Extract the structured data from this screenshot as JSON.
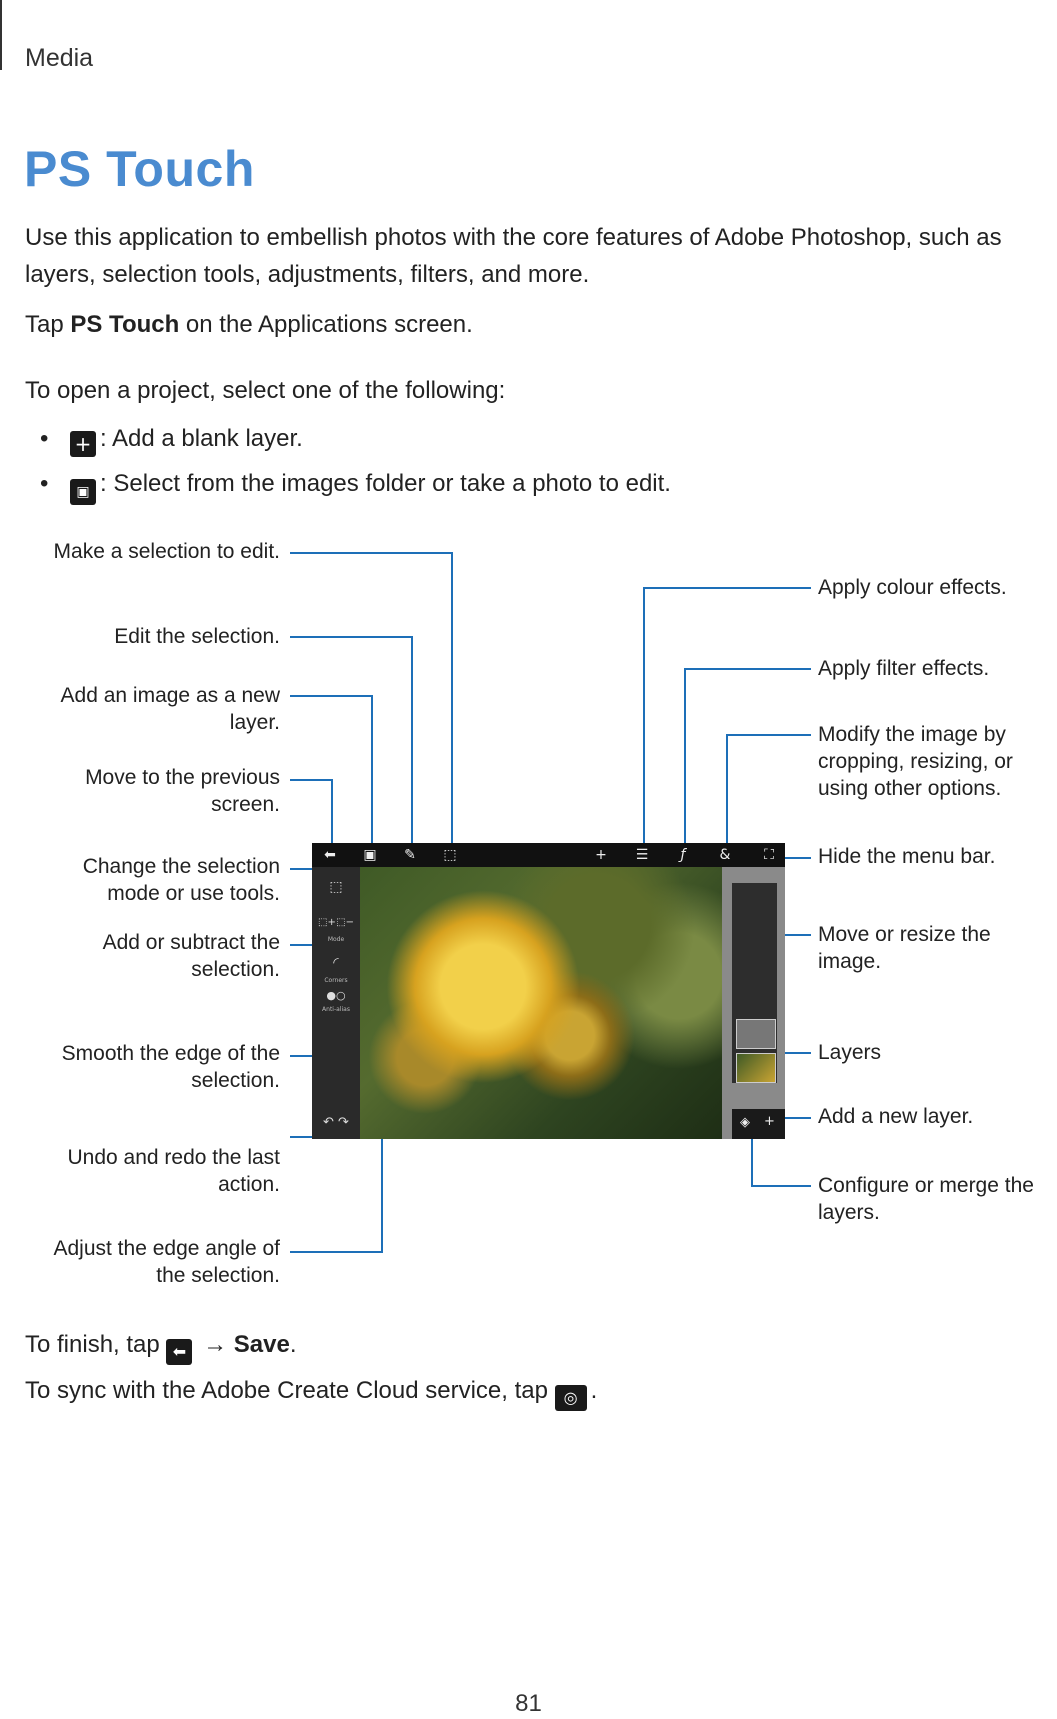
{
  "header": {
    "section": "Media"
  },
  "page": {
    "title": "PS Touch",
    "number": "81"
  },
  "intro": {
    "description": "Use this application to embellish photos with the core features of Adobe Photoshop, such as layers, selection tools, adjustments, filters, and more.",
    "tap_prefix": "Tap ",
    "tap_app": "PS Touch",
    "tap_suffix": " on the Applications screen.",
    "open_prompt": "To open a project, select one of the following:"
  },
  "bullets": [
    {
      "icon": "plus-icon",
      "text": ": Add a blank layer."
    },
    {
      "icon": "image-add-icon",
      "text": ": Select from the images folder or take a photo to edit."
    }
  ],
  "callouts_left": [
    {
      "text": "Make a selection to edit."
    },
    {
      "text": "Edit the selection."
    },
    {
      "text": "Add an image as a new layer."
    },
    {
      "text": "Move to the previous screen."
    },
    {
      "text": "Change the selection mode or use tools."
    },
    {
      "text": "Add or subtract the selection."
    },
    {
      "text": "Smooth the edge of the selection."
    },
    {
      "text": "Undo and redo the last action."
    },
    {
      "text": "Adjust the edge angle of the selection."
    }
  ],
  "callouts_right": [
    {
      "text": "Apply colour effects."
    },
    {
      "text": "Apply filter effects."
    },
    {
      "text": "Modify the image by cropping, resizing, or using other options."
    },
    {
      "text": "Hide the menu bar."
    },
    {
      "text": "Move or resize the image."
    },
    {
      "text": "Layers"
    },
    {
      "text": "Add a new layer."
    },
    {
      "text": "Configure or merge the layers."
    }
  ],
  "app_ui": {
    "mode_caption": "Mode",
    "corners_caption": "Corners",
    "antialias_caption": "Anti-alias"
  },
  "finish": {
    "prefix": "To finish, tap ",
    "arrow": " → ",
    "save": "Save",
    "suffix": "."
  },
  "sync": {
    "text": "To sync with the Adobe Create Cloud service, tap ",
    "suffix": "."
  },
  "colors": {
    "title": "#4a8bd0",
    "leader": "#1d6fb8"
  }
}
